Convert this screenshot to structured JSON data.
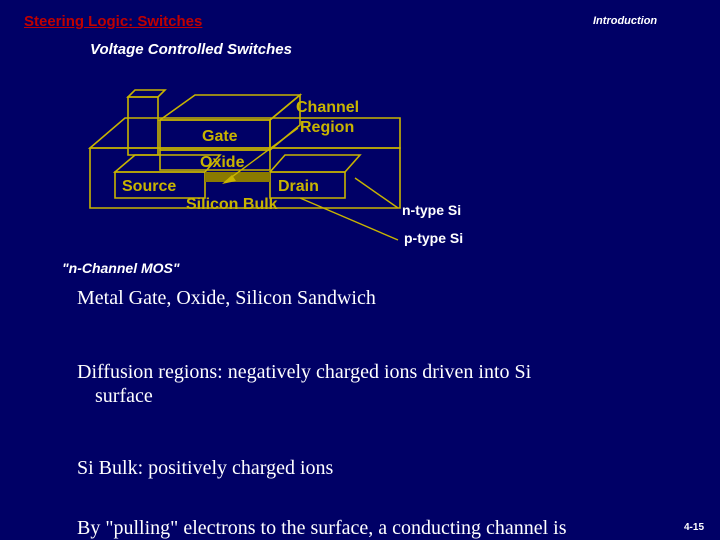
{
  "header": {
    "title": "Steering Logic: Switches",
    "section": "Introduction",
    "subtitle": "Voltage Controlled Switches"
  },
  "diagram": {
    "labels": {
      "channel_region_1": "Channel",
      "channel_region_2": "Region",
      "gate": "Gate",
      "oxide": "Oxide",
      "source": "Source",
      "drain": "Drain",
      "silicon_bulk": "Silicon Bulk"
    },
    "ntype": "n-type Si",
    "ptype": "p-type Si",
    "caption": "\"n-Channel MOS\""
  },
  "bullets": [
    {
      "line1": "Metal Gate, Oxide, Silicon Sandwich",
      "line2": ""
    },
    {
      "line1": "Diffusion regions: negatively charged ions driven into Si",
      "line2": "surface"
    },
    {
      "line1": "Si Bulk: positively charged ions",
      "line2": ""
    },
    {
      "line1": "By \"pulling\" electrons to the surface, a conducting channel is",
      "line2": ""
    }
  ],
  "footer": {
    "page": "4-15"
  },
  "colors": {
    "background": "#000066",
    "title": "#c00000",
    "diagram": "#c8b400"
  }
}
